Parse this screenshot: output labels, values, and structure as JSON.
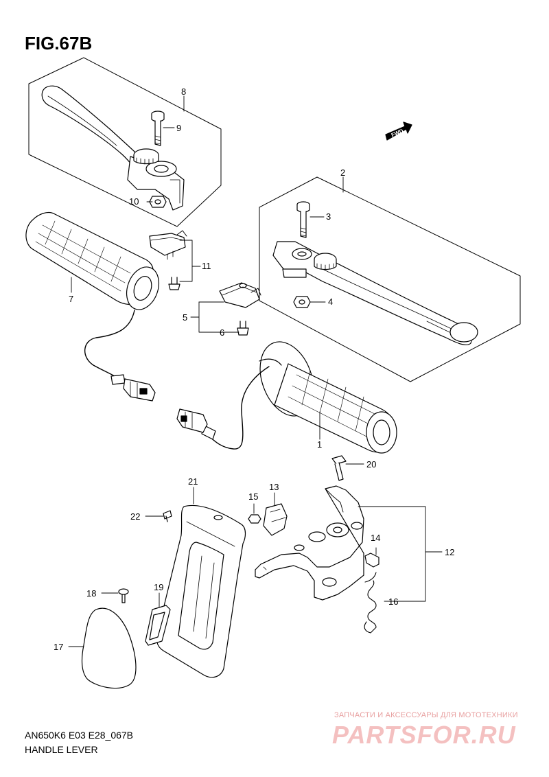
{
  "figure": {
    "title": "FIG.67B",
    "model_code": "AN650K6 E03 E28_067B",
    "name": "HANDLE LEVER"
  },
  "direction_marker": "FWD",
  "callouts": [
    "1",
    "2",
    "3",
    "4",
    "5",
    "6",
    "7",
    "8",
    "9",
    "10",
    "11",
    "12",
    "13",
    "14",
    "15",
    "16",
    "17",
    "18",
    "19",
    "20",
    "21",
    "22"
  ],
  "watermark": {
    "tagline": "ЗАПЧАСТИ И АКСЕССУАРЫ ДЛЯ МОТОТЕХНИКИ",
    "logo": "PARTSFOR.RU"
  }
}
